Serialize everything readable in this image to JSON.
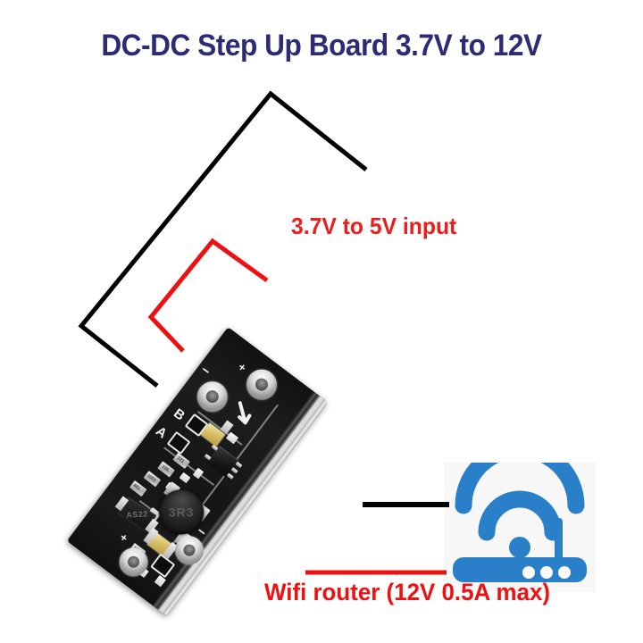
{
  "page": {
    "background_color": "#ffffff",
    "title": "DC-DC Step Up Board 3.7V to 12V",
    "title_color": "#2b2c74"
  },
  "annotations": {
    "input_label": "3.7V to 5V input",
    "input_label_color": "#ee1d1d",
    "output_label": "Wifi router (12V 0.5A max)",
    "output_label_color": "#ee1111",
    "input_positive_wire_color": "#ee1111",
    "input_negative_wire_color": "#000000",
    "output_negative_wire_color": "#000000",
    "output_positive_wire_color": "#ee1111"
  },
  "device": {
    "name": "dc-dc-step-up-module",
    "board_color": "#151515",
    "silkscreen": {
      "input_positive": "+",
      "input_negative": "−",
      "output_positive": "+",
      "output_negative": "−",
      "marking_b": "B",
      "marking_a": "A",
      "arrow": "➜"
    },
    "components": {
      "inductor_marking": "3R3",
      "diode_marking": "AS22",
      "resistor_1": "221",
      "resistor_2": "105",
      "resistor_3": "1001",
      "resistor_4": "681",
      "resistor_5": "161"
    }
  },
  "icon": {
    "name": "wifi-router-icon",
    "color": "#2a7fc9",
    "background": "#f7f7f7",
    "dot_color": "#ffffff"
  }
}
